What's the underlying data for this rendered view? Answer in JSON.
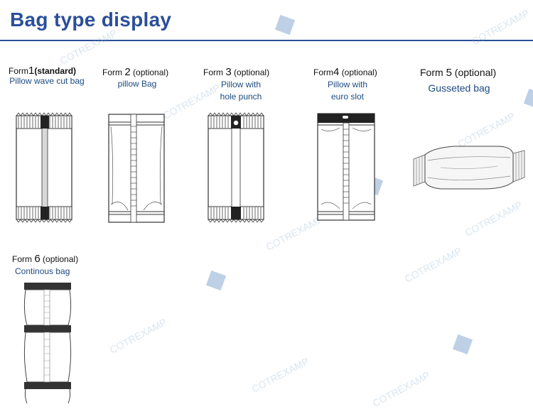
{
  "header": {
    "title": "Bag type display"
  },
  "watermark": {
    "text": "COTREXAMP",
    "color": "#8fb0d4"
  },
  "colors": {
    "title": "#2a4f9a",
    "caption": "#1c4a82"
  },
  "forms": [
    {
      "form_word": "Form",
      "number": "1",
      "tag": "(standard)",
      "caption_lines": [
        "Pillow wave cut bag"
      ],
      "icon": "pillow-bag-icon"
    },
    {
      "form_word": "Form",
      "number": "2",
      "tag": "(optional)",
      "caption_lines": [
        "pillow Bag"
      ],
      "icon": "pillow-bag-icon"
    },
    {
      "form_word": "Form",
      "number": "3",
      "tag": "(optional)",
      "caption_lines": [
        "Pillow with",
        "hole punch"
      ],
      "icon": "hole-punch-bag-icon"
    },
    {
      "form_word": "Form",
      "number": "4",
      "tag": "(optional)",
      "caption_lines": [
        "Pillow with",
        "euro slot"
      ],
      "icon": "euro-slot-bag-icon"
    },
    {
      "form_word": "Form",
      "number": "5",
      "tag": "(optional)",
      "caption_lines": [
        "Gusseted bag"
      ],
      "icon": "gusseted-bag-icon"
    },
    {
      "form_word": "Form",
      "number": "6",
      "tag": "(optional)",
      "caption_lines": [
        "Continous bag"
      ],
      "icon": "continuous-bag-icon"
    }
  ]
}
